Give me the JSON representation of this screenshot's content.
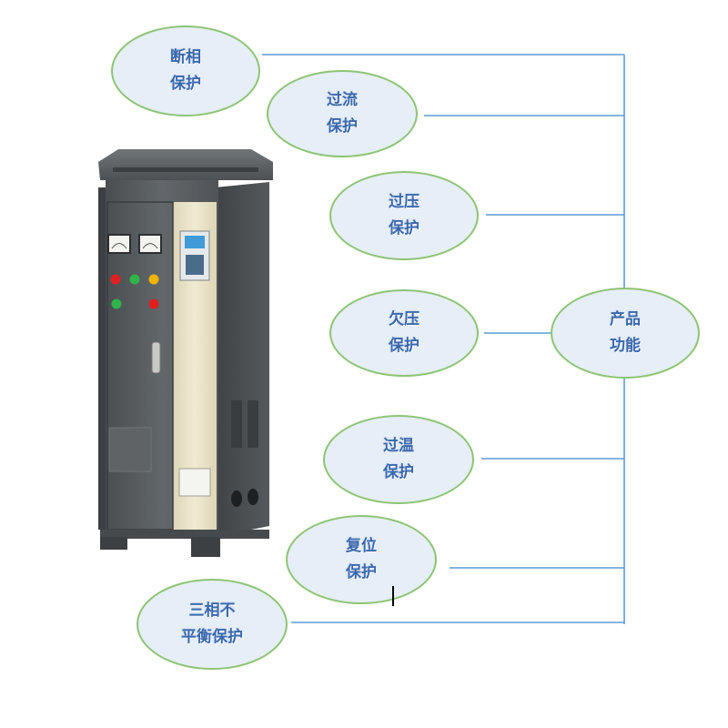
{
  "center_node": {
    "line1": "产品",
    "line2": "功能"
  },
  "functions": [
    {
      "id": "phase-loss",
      "line1": "断相",
      "line2": "保护"
    },
    {
      "id": "overcurrent",
      "line1": "过流",
      "line2": "保护"
    },
    {
      "id": "overvoltage",
      "line1": "过压",
      "line2": "保护"
    },
    {
      "id": "undervoltage",
      "line1": "欠压",
      "line2": "保护"
    },
    {
      "id": "overtemperature",
      "line1": "过温",
      "line2": "保护"
    },
    {
      "id": "reset",
      "line1": "复位",
      "line2": "保护"
    },
    {
      "id": "phase-imbalance",
      "line1": "三相不",
      "line2": "平衡保护"
    }
  ],
  "colors": {
    "connector": "#5b9bd5",
    "bubble_border": "#8dc474",
    "bubble_fill": "#e6eef8",
    "bubble_text": "#3a68ad",
    "cabinet_body": "#55595c",
    "cabinet_panel": "#e8e2c8",
    "indicator_red": "#e02020",
    "indicator_green": "#2fb34a",
    "indicator_yellow": "#f2b400"
  }
}
